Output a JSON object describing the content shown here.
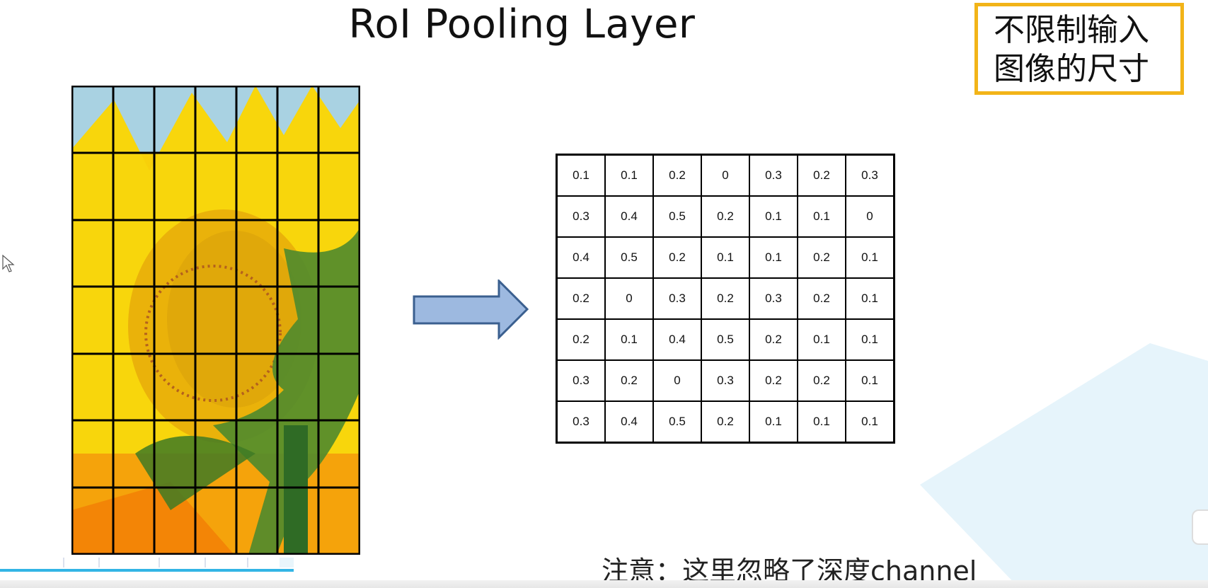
{
  "title": "RoI Pooling Layer",
  "note": {
    "lines": [
      "不限制输入",
      "图像的尺寸"
    ],
    "border_color": "#f2b418"
  },
  "matrix": {
    "rows": [
      [
        "0.1",
        "0.1",
        "0.2",
        "0",
        "0.3",
        "0.2",
        "0.3"
      ],
      [
        "0.3",
        "0.4",
        "0.5",
        "0.2",
        "0.1",
        "0.1",
        "0"
      ],
      [
        "0.4",
        "0.5",
        "0.2",
        "0.1",
        "0.1",
        "0.2",
        "0.1"
      ],
      [
        "0.2",
        "0",
        "0.3",
        "0.2",
        "0.3",
        "0.2",
        "0.1"
      ],
      [
        "0.2",
        "0.1",
        "0.4",
        "0.5",
        "0.2",
        "0.1",
        "0.1"
      ],
      [
        "0.3",
        "0.2",
        "0",
        "0.3",
        "0.2",
        "0.2",
        "0.1"
      ],
      [
        "0.3",
        "0.4",
        "0.5",
        "0.2",
        "0.1",
        "0.1",
        "0.1"
      ]
    ]
  },
  "caption": "注意：这里忽略了深度channel",
  "colors": {
    "arrow_fill": "#9db9e0",
    "arrow_stroke": "#3a5f8f",
    "progress": "#33b5e5"
  },
  "icons": {
    "cursor": "mouse-cursor-icon"
  }
}
